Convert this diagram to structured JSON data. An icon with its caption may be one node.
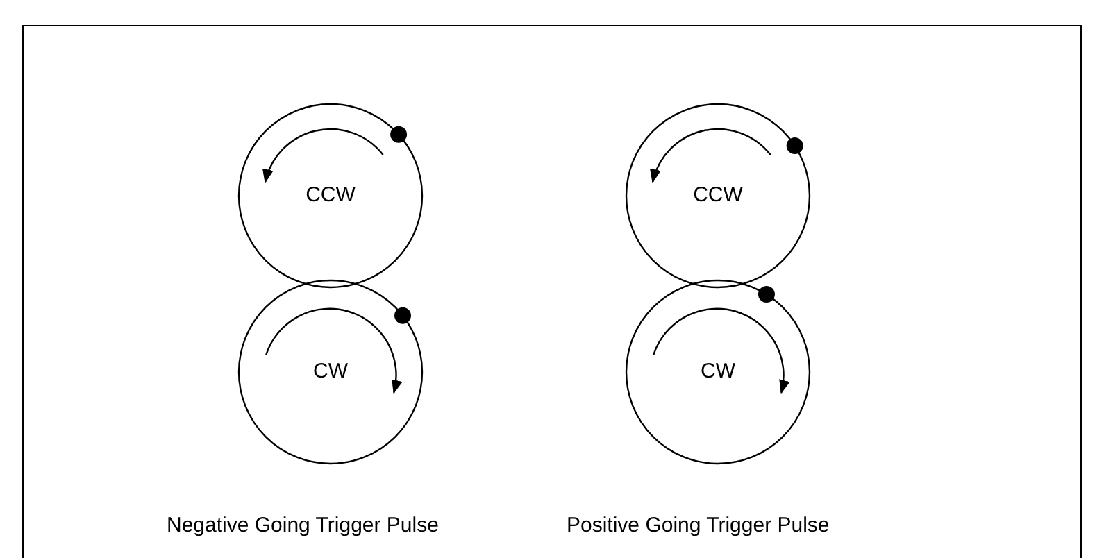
{
  "diagram": {
    "nodes": [
      {
        "text": [
          "CCW"
        ]
      },
      {
        "text": [
          "CW"
        ]
      },
      {
        "text": [
          "CCW"
        ]
      },
      {
        "text": [
          "CW"
        ]
      }
    ],
    "labels": [
      "Negative Going Trigger Pulse",
      "Positive Going Trigger Pulse"
    ]
  }
}
